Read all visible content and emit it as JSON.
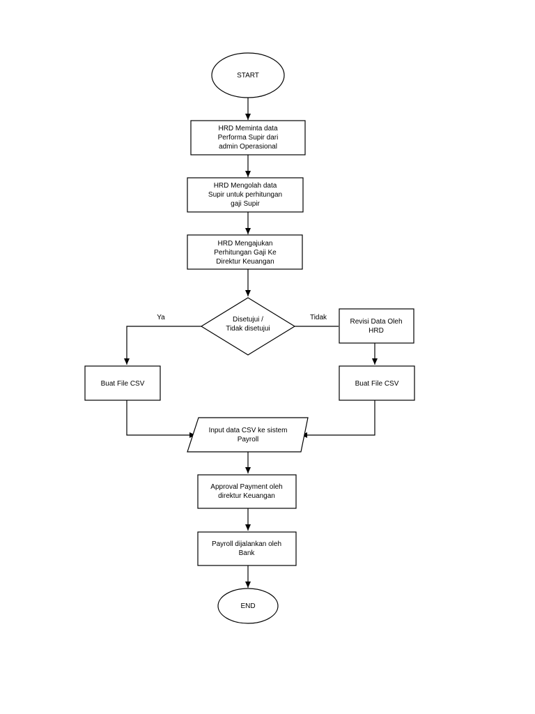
{
  "diagram": {
    "start": "START",
    "step1": [
      "HRD Meminta data",
      "Performa Supir dari",
      "admin Operasional"
    ],
    "step2": [
      "HRD Mengolah data",
      "Supir untuk perhitungan",
      "gaji Supir"
    ],
    "step3": [
      "HRD Mengajukan",
      "Perhitungan Gaji Ke",
      "Direktur Keuangan"
    ],
    "decision": [
      "Disetujui /",
      "Tidak disetujui"
    ],
    "label_yes": "Ya",
    "label_no": "Tidak",
    "revision": [
      "Revisi Data Oleh",
      "HRD"
    ],
    "csv_left": "Buat File CSV",
    "csv_right": "Buat File CSV",
    "input": [
      "Input data CSV ke sistem",
      "Payroll"
    ],
    "approval": [
      "Approval Payment oleh",
      "direktur Keuangan"
    ],
    "payroll": [
      "Payroll dijalankan oleh",
      "Bank"
    ],
    "end": "END"
  }
}
